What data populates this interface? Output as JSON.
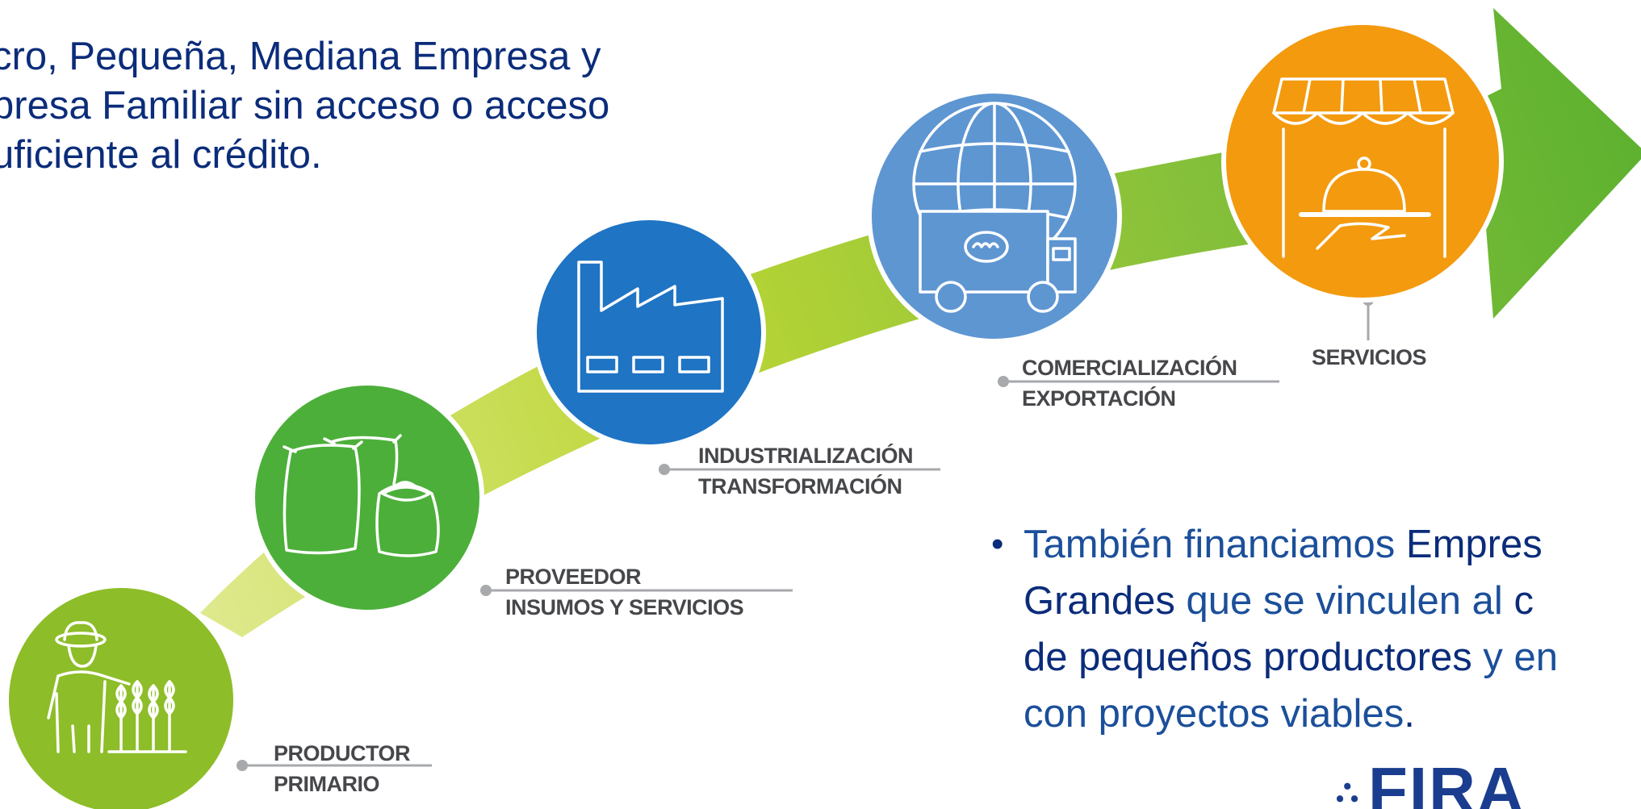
{
  "intro": {
    "line1": "cro, Pequeña, Mediana Empresa y",
    "line2_strong": "presa Familiar",
    "line2_rest": " sin acceso o acceso",
    "line3": "uficiente al crédito."
  },
  "stages": [
    {
      "id": "productor",
      "line1": "PRODUCTOR",
      "line2": "PRIMARIO",
      "color": "#8dbd28",
      "icon": "farmer-crops-icon"
    },
    {
      "id": "proveedor",
      "line1": "PROVEEDOR",
      "line2": "INSUMOS Y SERVICIOS",
      "color": "#4caf3a",
      "icon": "grain-sacks-icon"
    },
    {
      "id": "industrializacion",
      "line1": "INDUSTRIALIZACIÓN",
      "line2": "TRANSFORMACIÓN",
      "color": "#1f74c4",
      "icon": "factory-icon"
    },
    {
      "id": "comercializacion",
      "line1": "COMERCIALIZACIÓN",
      "line2": "EXPORTACIÓN",
      "color": "#5e96d2",
      "icon": "globe-truck-icon"
    },
    {
      "id": "servicios",
      "line1": "SERVICIOS",
      "color": "#f39a0f",
      "icon": "storefront-cloche-icon"
    }
  ],
  "bullet": {
    "t1": "También financiamos ",
    "t2": "Empres",
    "t3": "Grandes",
    "t4": " que se vinculen al ",
    "t5": "c",
    "t6": "de pequeños productores",
    "t7": " y en",
    "t8": "con proyectos viables",
    "t9": "."
  },
  "logo": {
    "text": "FIRA"
  },
  "colors": {
    "arrow_light": "#c8dc4a",
    "arrow_dark": "#6fb52d",
    "text_blue": "#0b2c7a",
    "label_gray": "#46474a"
  }
}
